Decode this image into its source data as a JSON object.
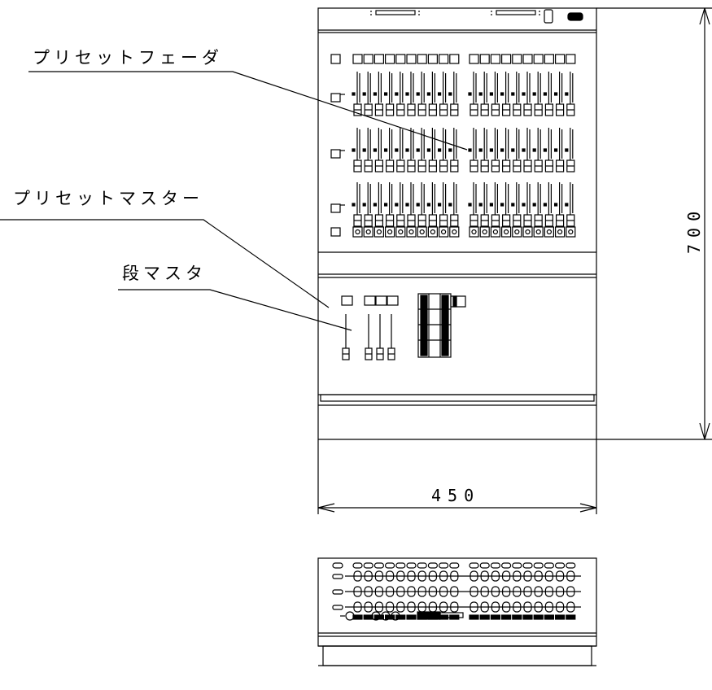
{
  "labels": {
    "preset_fader": "プリセットフェーダ",
    "preset_master": "プリセットマスター",
    "stage_master": "段マスタ"
  },
  "dimensions": {
    "height": "700",
    "width": "450"
  },
  "console": {
    "preset_rows": 3,
    "channels_per_group": 10,
    "groups": 2,
    "stage_masters": 3
  },
  "colors": {
    "line": "#000000",
    "background": "#ffffff"
  }
}
